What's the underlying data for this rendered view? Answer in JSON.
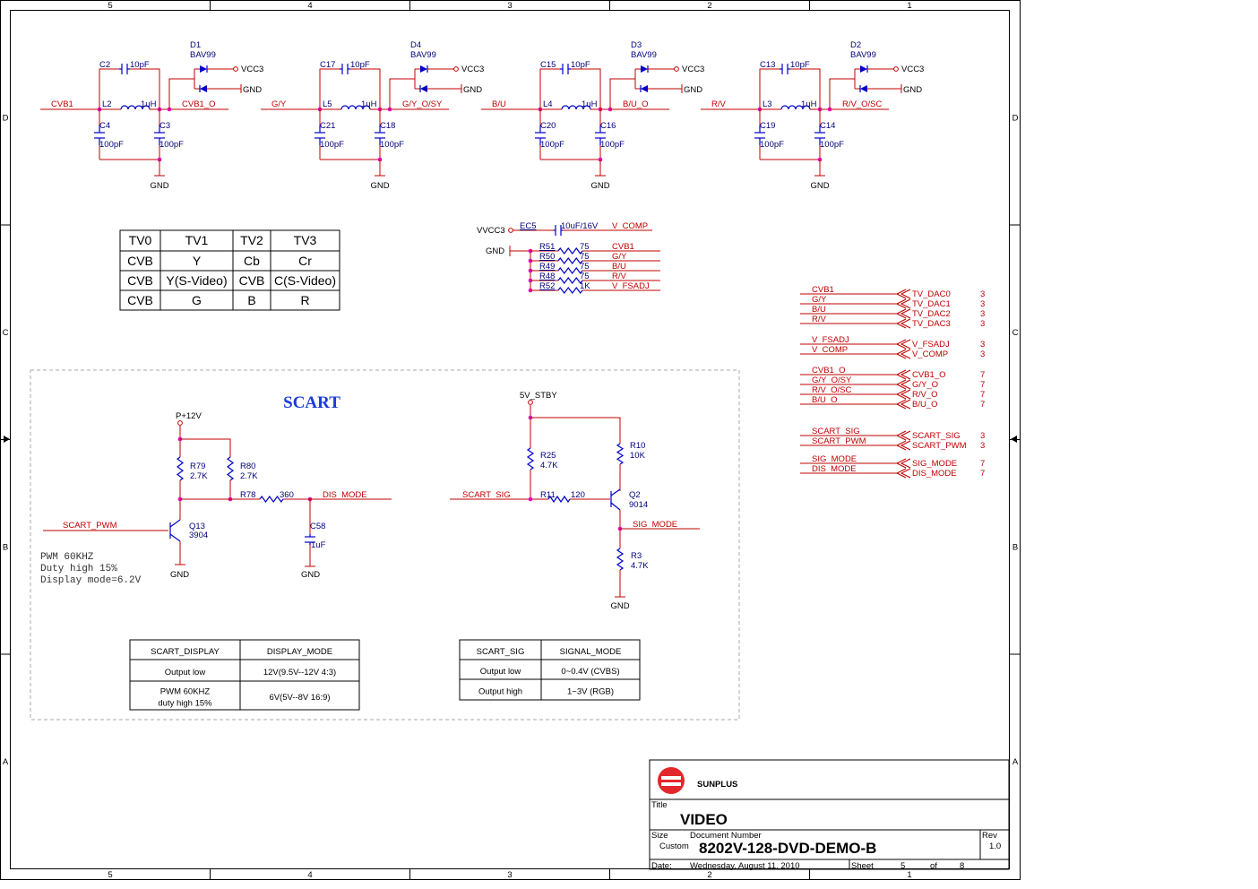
{
  "border": {
    "cols_top": [
      "5",
      "4",
      "3",
      "2",
      "1"
    ],
    "cols_bottom": [
      "5",
      "4",
      "3",
      "2",
      "1"
    ],
    "rows_left": [
      "D",
      "C",
      "B",
      "A"
    ],
    "rows_right": [
      "D",
      "C",
      "B",
      "A"
    ]
  },
  "filters": [
    {
      "net_in": "CVB1",
      "net_out": "CVB1_O",
      "l": "L2",
      "l_val": "1uH",
      "c_top": "C2",
      "c_top_val": "10pF",
      "c_left": "C4",
      "c_left_val": "100pF",
      "c_right": "C3",
      "c_right_val": "100pF",
      "diode": "D1",
      "diode_part": "BAV99",
      "vcc": "VCC3",
      "gnd_top": "GND",
      "gnd_bot": "GND"
    },
    {
      "net_in": "G/Y",
      "net_out": "G/Y_O/SY",
      "l": "L5",
      "l_val": "1uH",
      "c_top": "C17",
      "c_top_val": "10pF",
      "c_left": "C21",
      "c_left_val": "100pF",
      "c_right": "C18",
      "c_right_val": "100pF",
      "diode": "D4",
      "diode_part": "BAV99",
      "vcc": "VCC3",
      "gnd_top": "GND",
      "gnd_bot": "GND"
    },
    {
      "net_in": "B/U",
      "net_out": "B/U_O",
      "l": "L4",
      "l_val": "1uH",
      "c_top": "C15",
      "c_top_val": "10pF",
      "c_left": "C20",
      "c_left_val": "100pF",
      "c_right": "C16",
      "c_right_val": "100pF",
      "diode": "D3",
      "diode_part": "BAV99",
      "vcc": "VCC3",
      "gnd_top": "GND",
      "gnd_bot": "GND"
    },
    {
      "net_in": "R/V",
      "net_out": "R/V_O/SC",
      "l": "L3",
      "l_val": "1uH",
      "c_top": "C13",
      "c_top_val": "10pF",
      "c_left": "C19",
      "c_left_val": "100pF",
      "c_right": "C14",
      "c_right_val": "100pF",
      "diode": "D2",
      "diode_part": "BAV99",
      "vcc": "VCC3",
      "gnd_top": "GND",
      "gnd_bot": "GND"
    }
  ],
  "tv_table": [
    [
      "TV0",
      "TV1",
      "TV2",
      "TV3"
    ],
    [
      "CVB",
      "Y",
      "Cb",
      "Cr"
    ],
    [
      "CVB",
      "Y(S-Video)",
      "CVB",
      "C(S-Video)"
    ],
    [
      "CVB",
      "G",
      "B",
      "R"
    ]
  ],
  "dac": {
    "vcc": "VVCC3",
    "cap": "EC5",
    "cap_val": "10uF/16V",
    "cap_net": "V_COMP",
    "gnd": "GND",
    "resistors": [
      {
        "ref": "R51",
        "val": "75",
        "net": "CVB1"
      },
      {
        "ref": "R50",
        "val": "75",
        "net": "G/Y"
      },
      {
        "ref": "R49",
        "val": "75",
        "net": "B/U"
      },
      {
        "ref": "R48",
        "val": "75",
        "net": "R/V"
      },
      {
        "ref": "R52",
        "val": "1K",
        "net": "V_FSADJ"
      }
    ]
  },
  "ports": [
    {
      "net": "CVB1",
      "port": "TV_DAC0",
      "sheet": "3"
    },
    {
      "net": "G/Y",
      "port": "TV_DAC1",
      "sheet": "3"
    },
    {
      "net": "B/U",
      "port": "TV_DAC2",
      "sheet": "3"
    },
    {
      "net": "R/V",
      "port": "TV_DAC3",
      "sheet": "3"
    },
    {
      "net": "V_FSADJ",
      "port": "V_FSADJ",
      "sheet": "3"
    },
    {
      "net": "V_COMP",
      "port": "V_COMP",
      "sheet": "3"
    },
    {
      "net": "CVB1_O",
      "port": "CVB1_O",
      "sheet": "7"
    },
    {
      "net": "G/Y_O/SY",
      "port": "G/Y_O",
      "sheet": "7"
    },
    {
      "net": "R/V_O/SC",
      "port": "R/V_O",
      "sheet": "7"
    },
    {
      "net": "B/U_O",
      "port": "B/U_O",
      "sheet": "7"
    },
    {
      "net": "SCART_SIG",
      "port": "SCART_SIG",
      "sheet": "3"
    },
    {
      "net": "SCART_PWM",
      "port": "SCART_PWM",
      "sheet": "3"
    },
    {
      "net": "SIG_MODE",
      "port": "SIG_MODE",
      "sheet": "7"
    },
    {
      "net": "DIS_MODE",
      "port": "DIS_MODE",
      "sheet": "7"
    }
  ],
  "scart": {
    "title": "SCART",
    "p12": "P+12V",
    "r79": "R79",
    "r79_val": "2.7K",
    "r80": "R80",
    "r80_val": "2.7K",
    "r78": "R78",
    "r78_val": "360",
    "dis_mode": "DIS_MODE",
    "scart_pwm": "SCART_PWM",
    "q13": "Q13",
    "q13_part": "3904",
    "c58": "C58",
    "c58_val": "1uF",
    "gnd": "GND",
    "note": [
      "PWM 60KHZ",
      "Duty high 15%",
      "Display mode=6.2V"
    ],
    "stby": "5V_STBY",
    "r25": "R25",
    "r25_val": "4.7K",
    "r10": "R10",
    "r10_val": "10K",
    "r11": "R11",
    "r11_val": "120",
    "scart_sig": "SCART_SIG",
    "q2": "Q2",
    "q2_part": "9014",
    "sig_mode": "SIG_MODE",
    "r3": "R3",
    "r3_val": "4.7K"
  },
  "display_table": [
    [
      "SCART_DISPLAY",
      "DISPLAY_MODE"
    ],
    [
      "Output low",
      "12V(9.5V--12V 4:3)"
    ],
    [
      "PWM 60KHZ|duty high 15%",
      "6V(5V--8V 16:9)"
    ]
  ],
  "signal_table": [
    [
      "SCART_SIG",
      "SIGNAL_MODE"
    ],
    [
      "Output low",
      "0~0.4V (CVBS)"
    ],
    [
      "Output high",
      "1~3V (RGB)"
    ]
  ],
  "titleblock": {
    "company": "SUNPLUS",
    "title_label": "Title",
    "title": "VIDEO",
    "size_label": "Size",
    "size": "Custom",
    "docnum_label": "Document Number",
    "docnum": "8202V-128-DVD-DEMO-B",
    "rev_label": "Rev",
    "rev": "1.0",
    "date_label": "Date:",
    "date": "Wednesday, August 11, 2010",
    "sheet_label": "Sheet",
    "sheet": "5",
    "of_label": "of",
    "of": "8"
  },
  "colors": {
    "wire": "#c00000",
    "component": "#0000c8",
    "junction": "#e600b4",
    "scart_title": "#1a3cd8",
    "logo_red": "#e3262b"
  }
}
